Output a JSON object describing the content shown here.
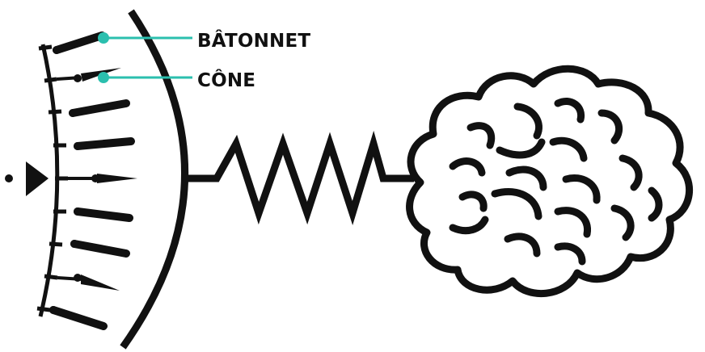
{
  "labels": {
    "rod": "BÂTONNET",
    "cone": "CÔNE"
  },
  "colors": {
    "ink": "#111111",
    "accent": "#2bbfae",
    "background": "#ffffff"
  },
  "icons": {
    "brain": "brain-icon",
    "eye": "retina-cross-section",
    "nerve": "zigzag-nerve-signal",
    "light": "light-ray-arrow"
  }
}
